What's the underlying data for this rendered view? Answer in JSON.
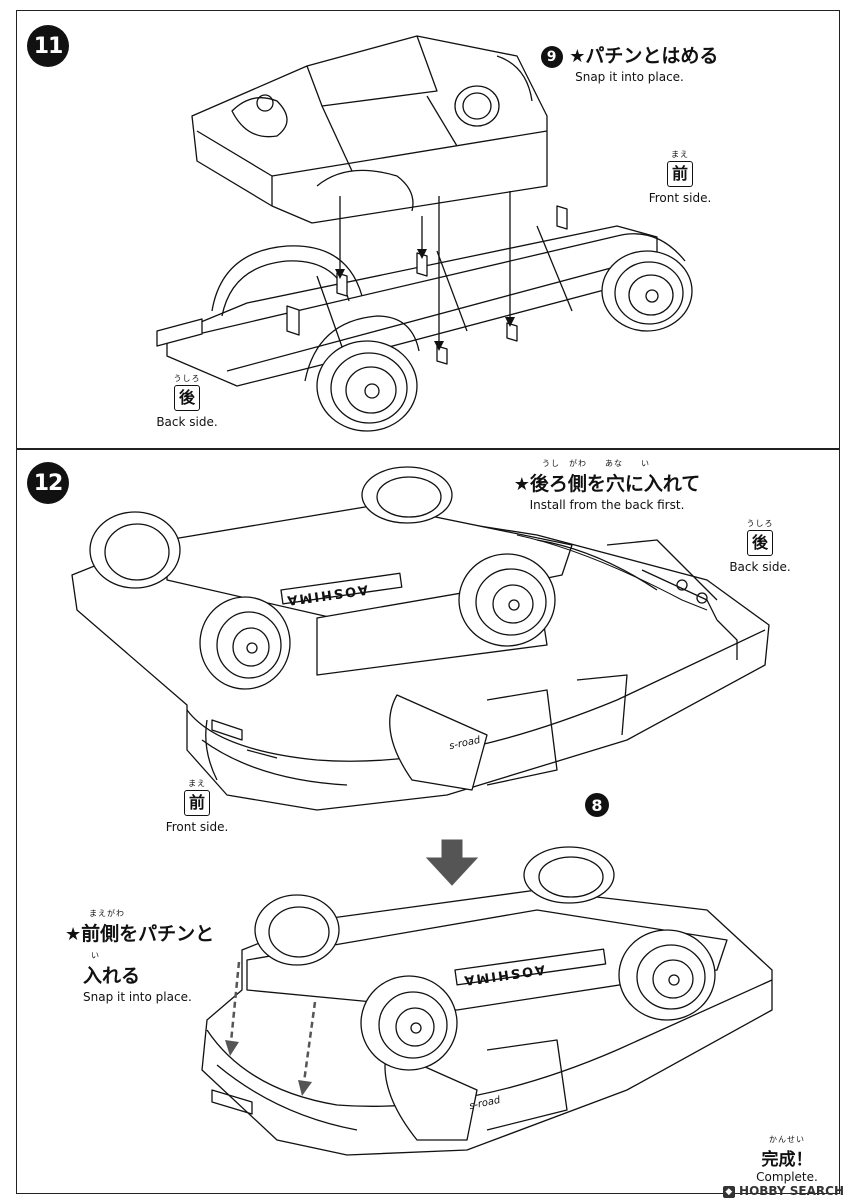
{
  "step11": {
    "number": "11",
    "note": {
      "part_number": "9",
      "star": "★",
      "jp": "パチンとはめる",
      "en": "Snap it into place."
    },
    "front_badge": {
      "ruby": "まえ",
      "kanji": "前",
      "en": "Front side."
    },
    "back_badge": {
      "ruby": "うしろ",
      "kanji": "後",
      "en": "Back side."
    }
  },
  "step12": {
    "number": "12",
    "note_top": {
      "ruby": "うし　がわ　　あな　　い",
      "star": "★",
      "jp": "後ろ側を穴に入れて",
      "en": "Install from the back first."
    },
    "back_badge": {
      "ruby": "うしろ",
      "kanji": "後",
      "en": "Back side."
    },
    "front_badge": {
      "ruby": "まえ",
      "kanji": "前",
      "en": "Front side."
    },
    "part_number": "8",
    "note_bottom": {
      "ruby": "まえがわ",
      "star": "★",
      "jp_line1": "前側をパチンと",
      "ruby2": "い",
      "jp_line2": "入れる",
      "en": "Snap it into place."
    },
    "complete": {
      "ruby": "かんせい",
      "jp": "完成！",
      "en": "Complete."
    },
    "plate_text": "AOSHIMA",
    "badge_script": "s-road"
  },
  "watermark": {
    "icon": "hobby-search-logo-icon",
    "text": "HOBBY SEARCH"
  },
  "colors": {
    "ink": "#111111",
    "paper": "#ffffff",
    "arrow_fill": "#555555"
  }
}
